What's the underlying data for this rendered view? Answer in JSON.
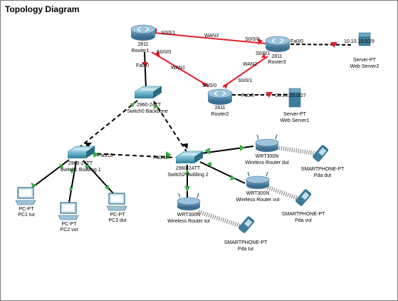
{
  "title": "Topology Diagram",
  "colors": {
    "wan": "#e0202a",
    "lan": "#000000",
    "router": "#5d8fb0",
    "switch": "#3f8ea8",
    "up": "#3cb043"
  },
  "devices": {
    "router1": {
      "model": "2811",
      "name": "Router1"
    },
    "router2": {
      "model": "2811",
      "name": "Router2"
    },
    "router3": {
      "model": "2811",
      "name": "Router3"
    },
    "switch0": {
      "model": "2960-24TT",
      "name": "Switch0 Backbone"
    },
    "switch1": {
      "model": "2960-24TT",
      "name": "Switch1 Building 1"
    },
    "switch2": {
      "model": "2960-24TT",
      "name": "Switch2 Building 2"
    },
    "server1": {
      "model": "Server-PT",
      "name": "Web Server1"
    },
    "server2": {
      "model": "Server-PT",
      "name": "Web Server2"
    },
    "pc1": {
      "model": "PC-PT",
      "name": "PC1 tut"
    },
    "pc2": {
      "model": "PC-PT",
      "name": "PC2 vut"
    },
    "pc3": {
      "model": "PC-PT",
      "name": "PC3 dut"
    },
    "wr_dut": {
      "model": "WRT300N",
      "name": "Wireless Router dut"
    },
    "wr_vut": {
      "model": "WRT300N",
      "name": "Wireless Router vut"
    },
    "wr_tut": {
      "model": "WRT300N",
      "name": "Wireless Router tut"
    },
    "pda_dut": {
      "model": "SMARTPHONE-PT",
      "name": "Pda dut"
    },
    "pda_vut": {
      "model": "SMARTPHONE-PT",
      "name": "Pda vut"
    },
    "pda_tut": {
      "model": "SMARTPHONE-PT",
      "name": "Pda tut"
    }
  },
  "links": {
    "wan3": "WAN3",
    "wan2": "WAN2",
    "wan1": "WAN1"
  },
  "ports": {
    "r1_s001": "S0/0/1",
    "r1_s000": "S0/0/0",
    "r1_fa00": "Fa0/0",
    "r3_s000": "S0/0/0",
    "r3_s001": "S0/0/1",
    "r3_fa00": "Fa0/0",
    "r2_s001": "S0/0/1",
    "r2_s000": "S0/0/0",
    "r2_fa00": "Fa0/0",
    "sw1_fa018": "Fa0/18",
    "sw2_fa018": "Fa0/18"
  },
  "addresses": {
    "server2_net": "10.10.10.0/29",
    "server1_net": "20.20.20.0/27"
  }
}
